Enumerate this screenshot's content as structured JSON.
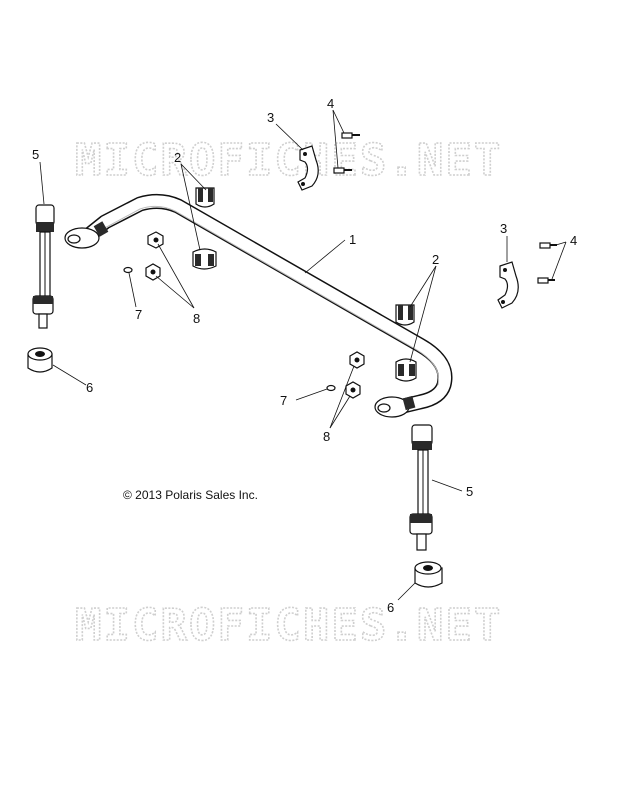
{
  "watermarks": [
    "MICROFICHES.NET",
    "MICROFICHES.NET"
  ],
  "copyright": "© 2013 Polaris Sales Inc.",
  "callouts": {
    "c1": "1",
    "c2a": "2",
    "c2b": "2",
    "c3a": "3",
    "c3b": "3",
    "c4a": "4",
    "c4b": "4",
    "c5a": "5",
    "c5b": "5",
    "c6a": "6",
    "c6b": "6",
    "c7a": "7",
    "c7b": "7",
    "c8a": "8",
    "c8b": "8"
  }
}
